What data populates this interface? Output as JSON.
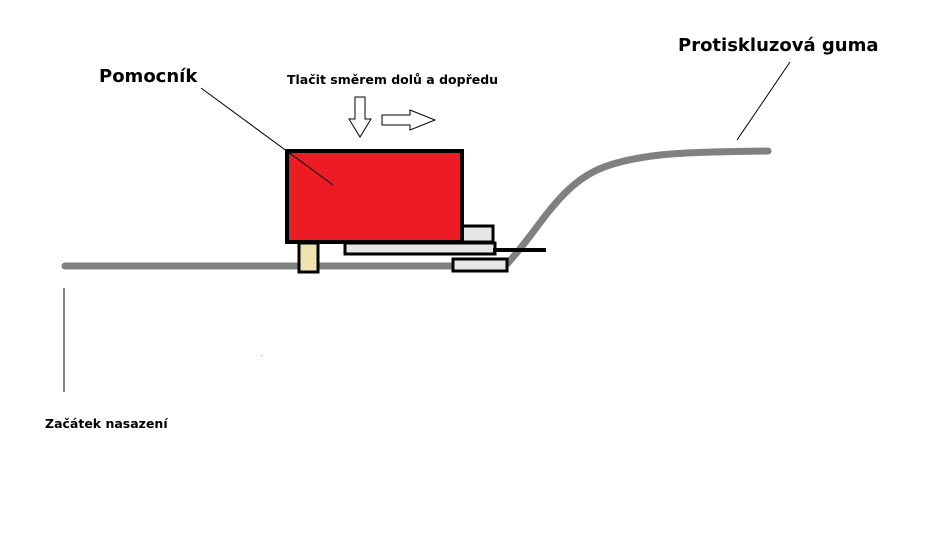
{
  "labels": {
    "helper": "Pomocník",
    "instruction": "Tlačit směrem dolů a dopředu",
    "anti_slip_rubber": "Protiskluzová guma",
    "start": "Začátek nasazení"
  },
  "colors": {
    "background": "#ffffff",
    "rail": "#808080",
    "helper_block": "#ed1c24",
    "foot": "#efe4b0",
    "plate": "#e6e6e6",
    "outline": "#000000"
  }
}
